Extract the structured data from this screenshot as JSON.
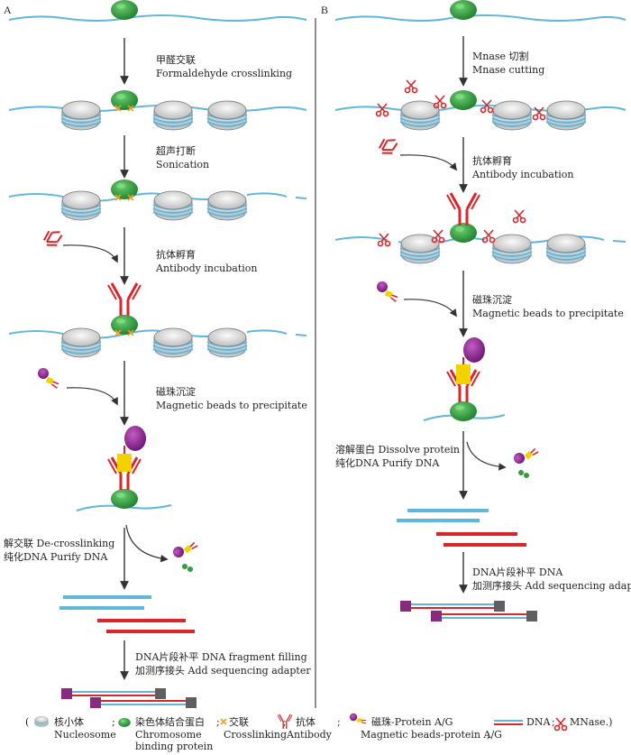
{
  "panel_a": {
    "label": "A",
    "step1": {
      "cn": "甲醛交联",
      "en": "Formaldehyde crosslinking"
    },
    "step2": {
      "cn": "超声打断",
      "en": "Sonication"
    },
    "step3": {
      "cn": "抗体孵育",
      "en": "Antibody incubation"
    },
    "step4": {
      "cn": "磁珠沉淀",
      "en": "Magnetic beads to precipitate"
    },
    "step5": {
      "line1": "解交联 De-crosslinking",
      "line2": "纯化DNA Purify DNA"
    },
    "step6": {
      "line1": "DNA片段补平 DNA fragment filling",
      "line2": "加测序接头 Add sequencing adapter"
    }
  },
  "panel_b": {
    "label": "B",
    "step1": {
      "cn": "Mnase 切割",
      "en": "Mnase cutting"
    },
    "step2": {
      "cn": "抗体孵育",
      "en": "Antibody incubation"
    },
    "step3": {
      "cn": "磁珠沉淀",
      "en": "Magnetic beads to precipitate"
    },
    "step4": {
      "line1": "溶解蛋白 Dissolve protein",
      "line2": "纯化DNA Purify DNA"
    },
    "step5": {
      "line1": "DNA片段补平 DNA",
      "line2": "加测序接头 Add sequencing adapter"
    }
  },
  "legend": {
    "open": "(",
    "nucleosome": {
      "cn": "核小体",
      "en": "Nucleosome"
    },
    "sep1": ";",
    "protein": {
      "cn": "染色体结合蛋白",
      "en1": "Chromosome",
      "en2": "binding protein"
    },
    "sep2": ";",
    "crosslink": {
      "cn": "交联",
      "en": "Crosslinking"
    },
    "sep3": ";",
    "antibody": {
      "cn": "抗体",
      "en": "Antibody"
    },
    "sep4": ";",
    "beads": {
      "cn": "磁珠-Protein A/G",
      "en": "Magnetic beads-protein A/G"
    },
    "sep5": ";",
    "dna": "DNA",
    "sep6": ";",
    "mnase": "MNase.)"
  },
  "colors": {
    "dna_blue": "#5fb7dc",
    "dna_red": "#d9262a",
    "protein_green": "#2e9e3e",
    "antibody_red": "#d9262a",
    "bead_purple": "#8b1f8c",
    "proteinAG_yellow": "#f4d200",
    "adapter_purple": "#8a2a7e",
    "adapter_gray": "#5f5f5f",
    "nucleosome_gray": "#cfcfcf"
  }
}
